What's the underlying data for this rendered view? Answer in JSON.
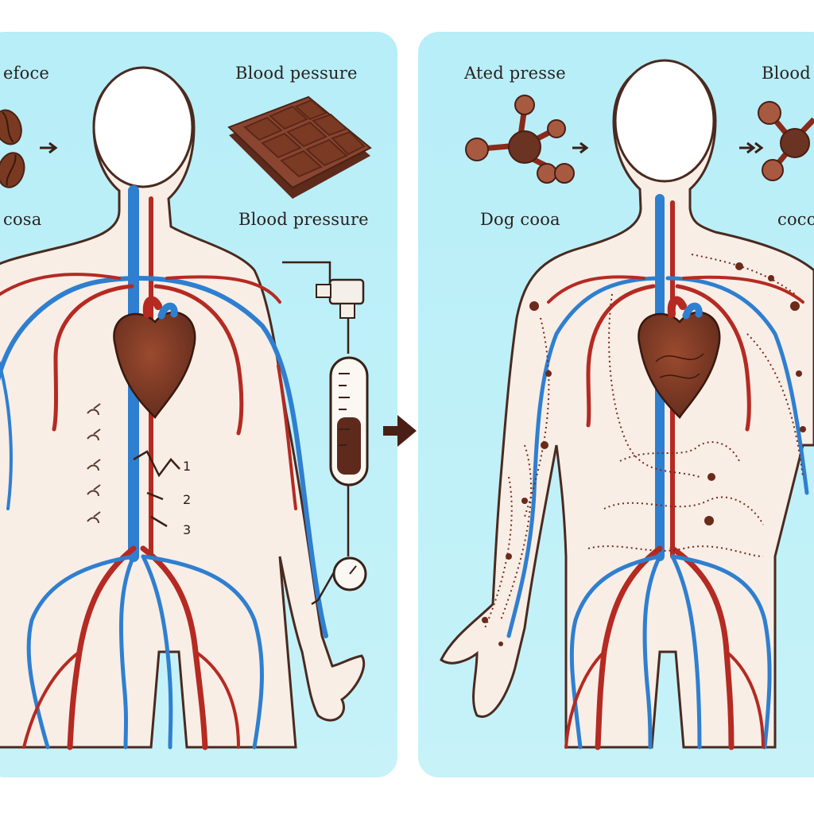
{
  "labels": {
    "left_top_left": "efoce",
    "left_top_right": "Blood pessure",
    "left_mid_left": "cosa",
    "left_mid_right": "Blood pressure",
    "right_top_left": "Ated presse",
    "right_top_right": "Blood",
    "right_mid_left": "Dog cooa",
    "right_mid_right": "coco"
  },
  "markers": [
    "1",
    "2",
    "3"
  ],
  "colors": {
    "panel": "#bff0f8",
    "panel_edge": "#a9e6f2",
    "body_fill": "#f7ece3",
    "outline": "#5a3428",
    "artery": "#b52a22",
    "vein": "#2f7fd0",
    "chocolate": "#6b3322",
    "chocolate_light": "#8a4530"
  },
  "icons": [
    "cocoa-bean-icon",
    "chocolate-bar-icon",
    "molecule-icon",
    "gauge-icon",
    "thermometer-icon",
    "arrow-right-icon",
    "diamond-icon",
    "heart-icon"
  ]
}
